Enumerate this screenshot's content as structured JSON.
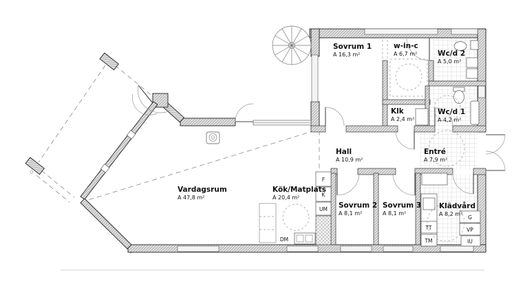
{
  "plan": {
    "type": "architectural-floor-plan",
    "language": "sv"
  },
  "rooms": [
    {
      "id": "sovrum1",
      "name": "Sovrum 1",
      "area": "A 16,3 m²"
    },
    {
      "id": "winc",
      "name": "w-in-c",
      "area": "A 6,7 m²"
    },
    {
      "id": "wcd2",
      "name": "Wc/d 2",
      "area": "A 5,0 m²"
    },
    {
      "id": "klk",
      "name": "Klk",
      "area": "A 2,4 m²"
    },
    {
      "id": "wcd1",
      "name": "Wc/d 1",
      "area": "A 4,2 m²"
    },
    {
      "id": "hall",
      "name": "Hall",
      "area": "A 10,9 m²"
    },
    {
      "id": "entre",
      "name": "Entré",
      "area": "A 7,9 m²"
    },
    {
      "id": "sovrum2",
      "name": "Sovrum 2",
      "area": "A 8,1 m²"
    },
    {
      "id": "sovrum3",
      "name": "Sovrum 3",
      "area": "A 8,1 m²"
    },
    {
      "id": "kladvard",
      "name": "Klädvård",
      "area": "A 8,2 m²"
    },
    {
      "id": "vardagsrum",
      "name": "Vardagsrum",
      "area": "A 47,8 m²"
    },
    {
      "id": "kok",
      "name": "Kök/Matplats",
      "area": "A 20,4 m²"
    }
  ],
  "appliances": {
    "f": "F",
    "k": "K",
    "um": "UM",
    "dm": "DM",
    "tt": "TT",
    "tm": "TM",
    "g": "G",
    "vp": "VP",
    "iu": "IU"
  },
  "colors": {
    "background": "#ffffff",
    "wall_stroke": "#222222",
    "wall_hatch": "#e0e0e0",
    "tile_line": "#bdbdbd",
    "dash_line": "#8a8a8a",
    "text": "#111111"
  }
}
